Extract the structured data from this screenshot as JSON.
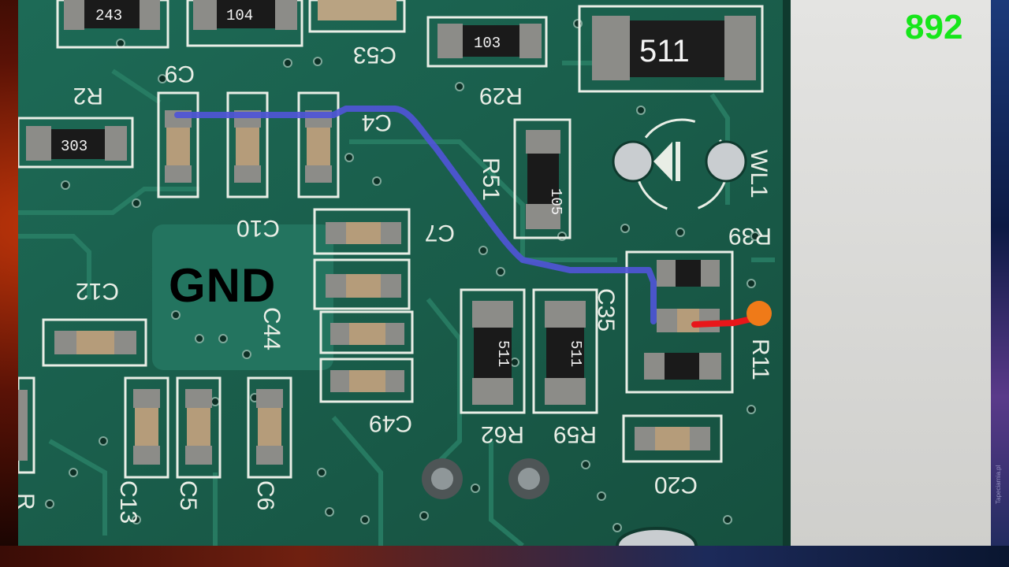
{
  "overlay": {
    "frame_number": "892",
    "gnd_label": "GND",
    "wallpaper_watermark": "Tapeciarnia.pl"
  },
  "silkscreen": {
    "c53": "C53",
    "r29": "R29",
    "c9": "C9",
    "r2": "R2",
    "r51": "R51",
    "d_label": "WL1",
    "c10": "C10",
    "c7": "C7",
    "r39": "R39",
    "c12": "C12",
    "c44": "C44",
    "c35": "C35",
    "r11": "R11",
    "c49": "C49",
    "r62": "R62",
    "r59": "R59",
    "c13": "C13",
    "c5": "C5",
    "c6": "C6",
    "c20": "C20",
    "r_edge": "R",
    "c4": "C4"
  },
  "resistor_codes": {
    "top_left": "243",
    "top_mid": "104",
    "r29": "103",
    "big": "511",
    "r2": "303",
    "r51": "105",
    "r62": "511",
    "r59": "511"
  },
  "colors": {
    "pcb_green": "#1e6b58",
    "trace_green": "#2c8a6e",
    "blue_wire": "#4f55d6",
    "red_wire": "#e8161a",
    "orange_dot": "#ef7a18",
    "label_green": "#16e61a"
  }
}
